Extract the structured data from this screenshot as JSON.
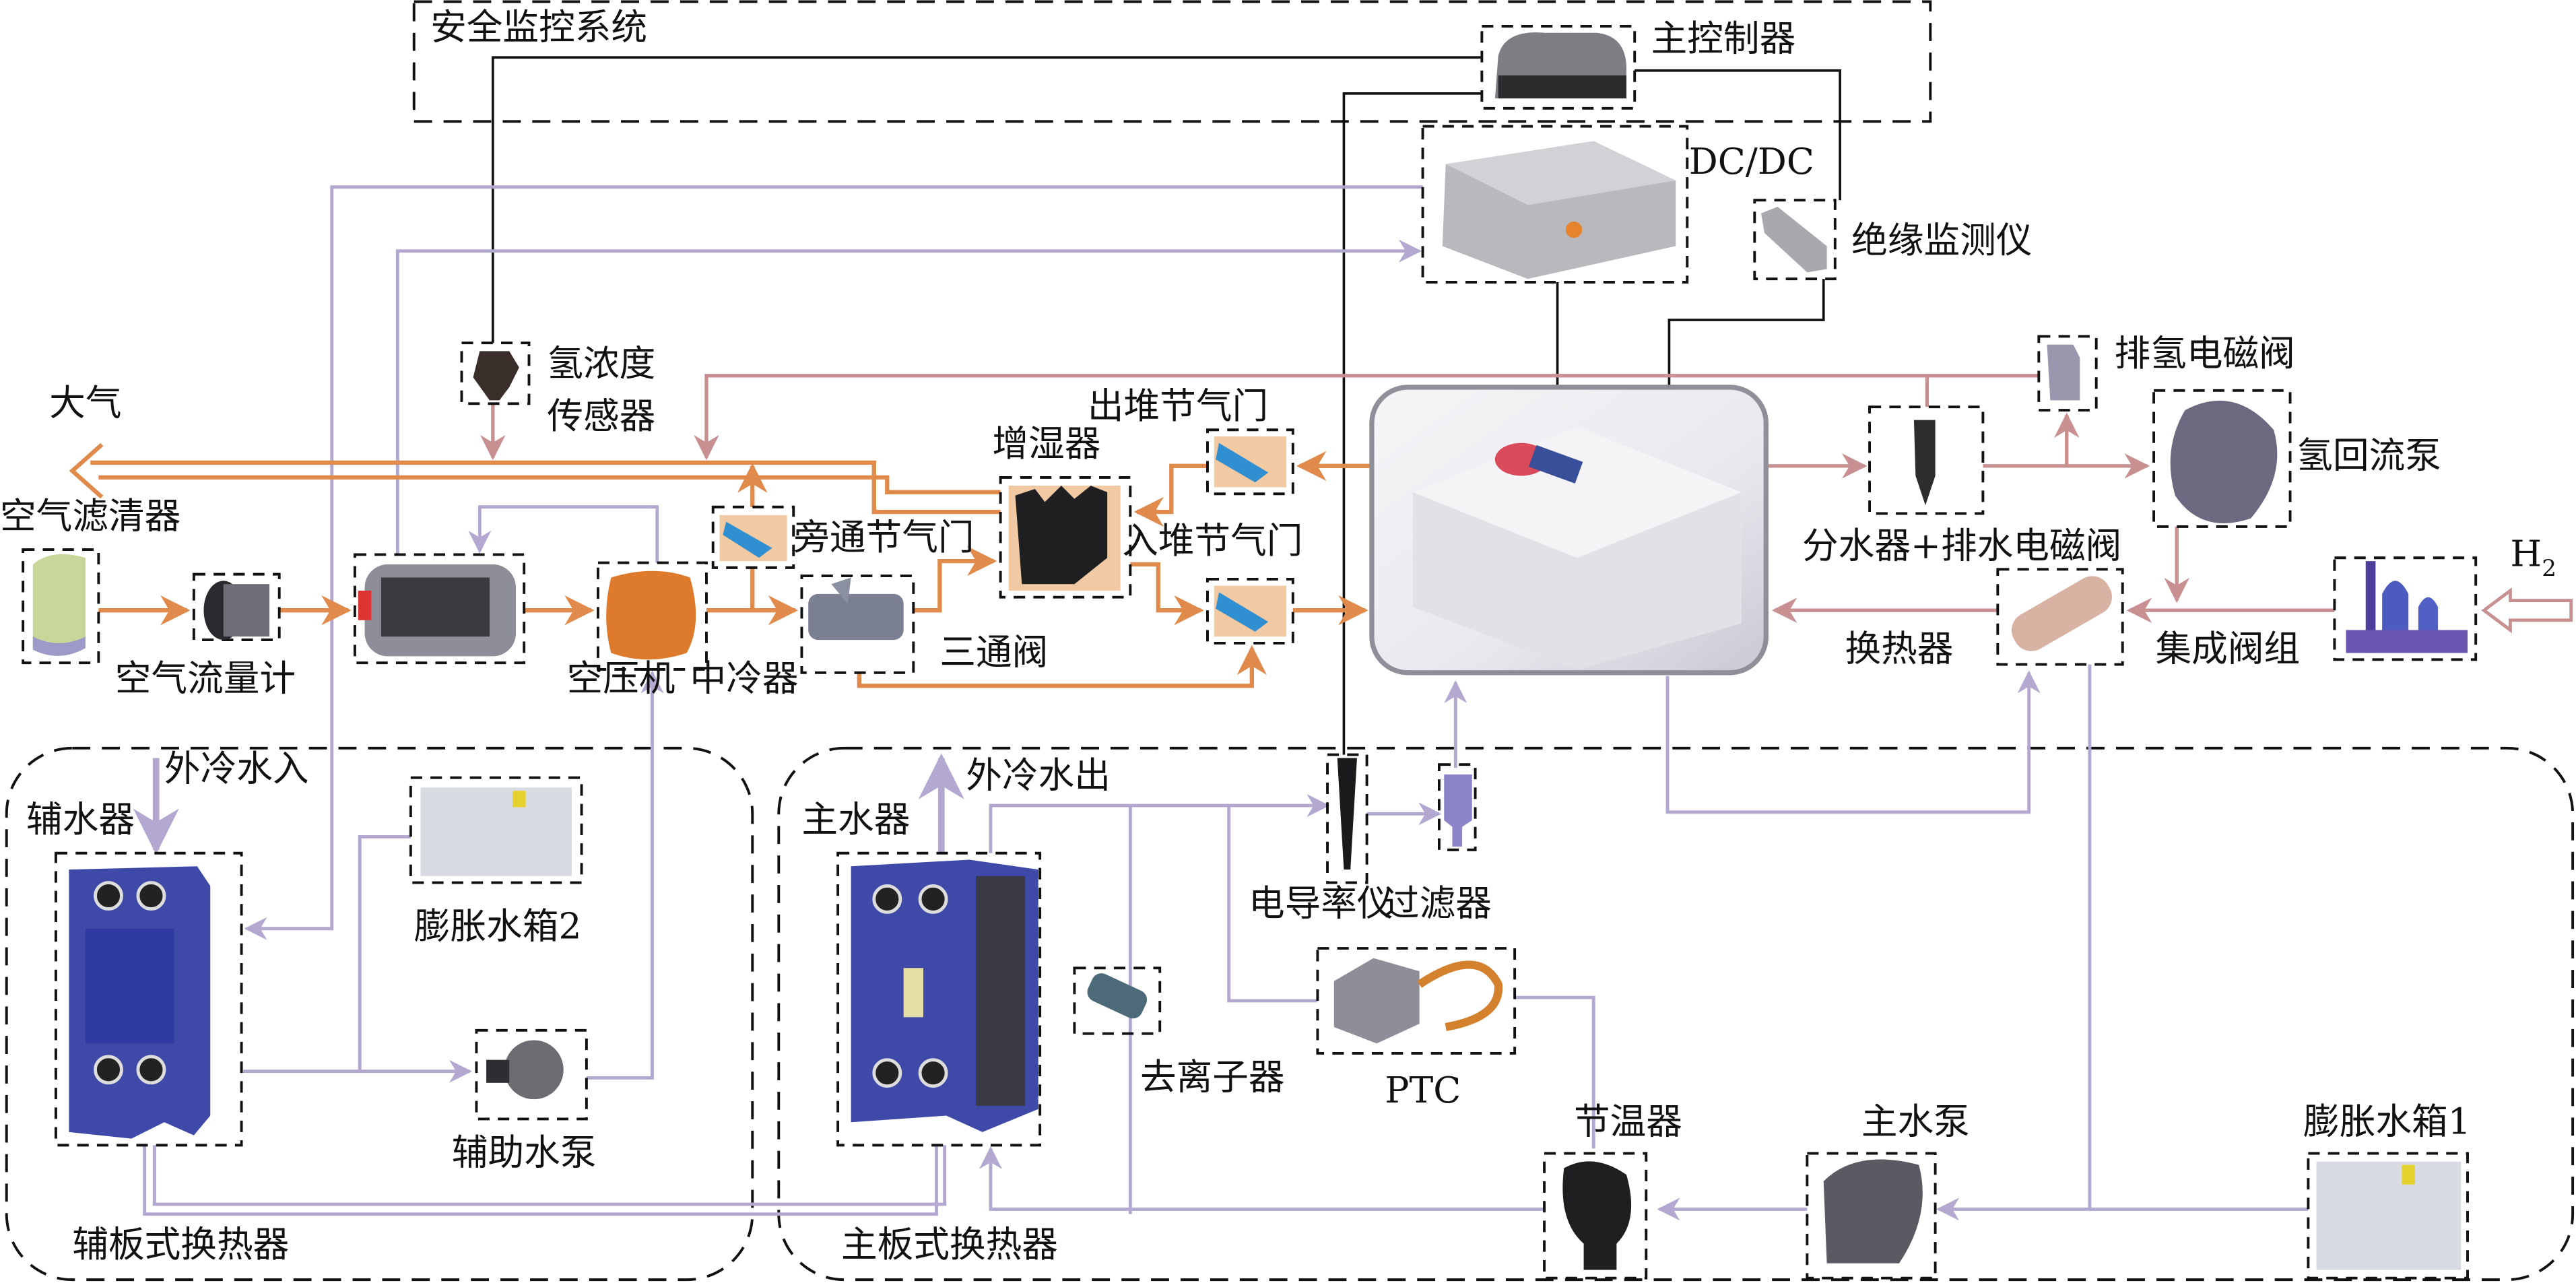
{
  "title": "Fuel cell system architecture",
  "colors": {
    "air_line": "#E08A4C",
    "hydrogen_line": "#C89090",
    "coolant_line": "#B3A8D0",
    "signal_line": "#111111"
  },
  "groups": {
    "safety_monitoring": "安全监控系统",
    "aux_plate_heat_exchanger": "辅板式换热器",
    "main_plate_heat_exchanger": "主板式换热器"
  },
  "components": {
    "main_controller": "主控制器",
    "dcdc": "DC/DC",
    "insulation_monitor": "绝缘监测仪",
    "h2_sensor_line1": "氢浓度",
    "h2_sensor_line2": "传感器",
    "atmosphere": "大气",
    "air_filter": "空气滤清器",
    "air_flow_meter": "空气流量计",
    "air_compressor": "空压机",
    "intercooler": "中冷器",
    "bypass_throttle": "旁通节气门",
    "three_way_valve": "三通阀",
    "humidifier": "增湿器",
    "outlet_throttle": "出堆节气门",
    "inlet_throttle": "入堆节气门",
    "h2_purge_valve": "排氢电磁阀",
    "water_separator": "分水器+排水电磁阀",
    "h2_recirculation_pump": "氢回流泵",
    "heat_exchanger": "换热器",
    "integrated_valve_block": "集成阀组",
    "h2_inlet": "H",
    "h2_inlet_sub": "2",
    "aux_water_device": "辅水器",
    "ext_cool_water_in": "外冷水入",
    "expansion_tank_2": "膨胀水箱2",
    "aux_water_pump": "辅助水泵",
    "main_water_device": "主水器",
    "ext_cool_water_out": "外冷水出",
    "conductivity_meter": "电导率仪",
    "filter": "过滤器",
    "deionizer": "去离子器",
    "ptc": "PTC",
    "thermostat": "节温器",
    "main_water_pump": "主水泵",
    "expansion_tank_1": "膨胀水箱1"
  }
}
